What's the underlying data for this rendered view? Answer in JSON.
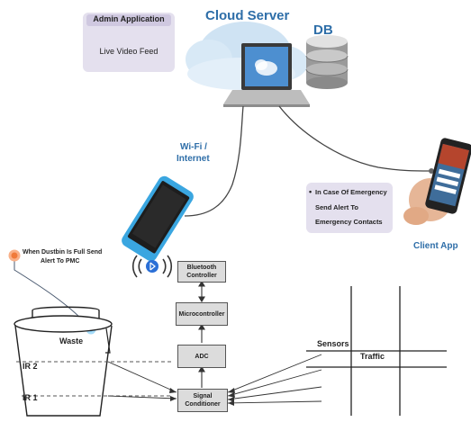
{
  "admin": {
    "title": "Admin Application",
    "feed": "Live Video Feed"
  },
  "cloud": {
    "label": "Cloud Server",
    "db_label": "DB"
  },
  "network": {
    "wifi_line1": "Wi-Fi /",
    "wifi_line2": "Internet"
  },
  "emergency": {
    "bullet": "•",
    "line1": "In Case Of Emergency",
    "line2": "Send Alert To",
    "line3": "Emergency Contacts"
  },
  "client": {
    "label": "Client App"
  },
  "dustbin_alert": {
    "line1": "When Dustbin Is Full Send",
    "line2": "Alert To PMC"
  },
  "bin": {
    "waste": "Waste",
    "ir2": "IR 2",
    "ir1": "IR 1"
  },
  "blocks": {
    "bluetooth": "Bluetooth Controller",
    "micro": "Microcontroller",
    "adc": "ADC",
    "signal": "Signal Conditioner"
  },
  "traffic": {
    "sensors": "Sensors",
    "traffic": "Traffic"
  },
  "colors": {
    "box_bg": "#e4e0ee",
    "cloud_title": "#2e6ea8",
    "phone_blue": "#3aa6e0",
    "alert_orange": "#f07a3a",
    "sensor_blue": "#49b4f0"
  }
}
